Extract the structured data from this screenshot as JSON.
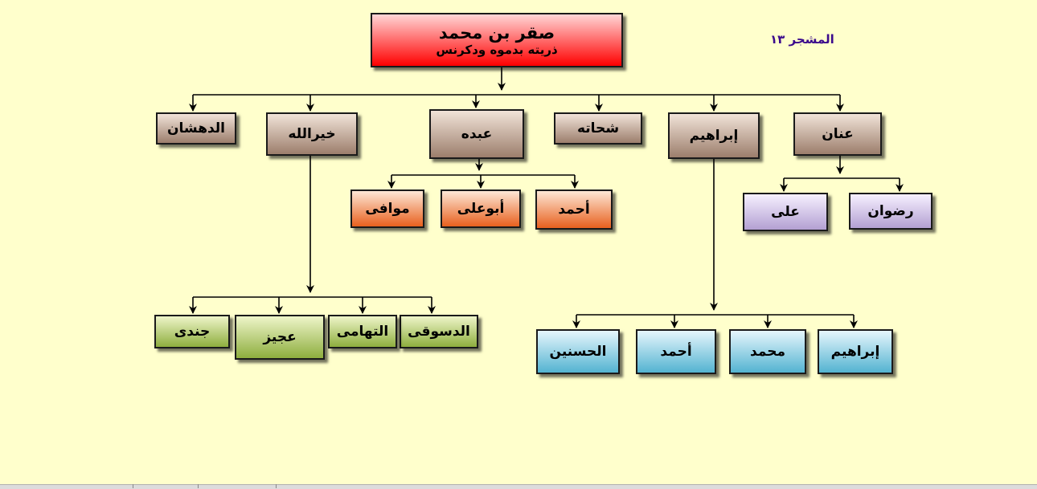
{
  "label": "المشجر ١٣",
  "root": {
    "name": "صقر بن محمد",
    "subtitle": "ذريته بدموه ودكرنس"
  },
  "children": [
    {
      "name": "عنان",
      "children": [
        "رضوان",
        "على"
      ]
    },
    {
      "name": "إبراهيم",
      "children": [
        "إبراهيم",
        "محمد",
        "أحمد",
        "الحسنين"
      ]
    },
    {
      "name": "شحاته",
      "children": []
    },
    {
      "name": "عبده",
      "children": [
        "أحمد",
        "أبوعلى",
        "موافى"
      ]
    },
    {
      "name": "خيرالله",
      "children": [
        "الدسوقى",
        "التهامى",
        "عجيز",
        "جندى"
      ]
    },
    {
      "name": "الدهشان",
      "children": []
    }
  ],
  "colors": {
    "background": "#FFFFCC",
    "root": "#FF0000",
    "level1": "#9C7E6C",
    "abdo_children": "#E8601E",
    "anan_children": "#B3A0D2",
    "khairallah_children": "#8EAE3E",
    "ibrahim_children": "#53B3D1",
    "label": "#3B0A8C"
  }
}
